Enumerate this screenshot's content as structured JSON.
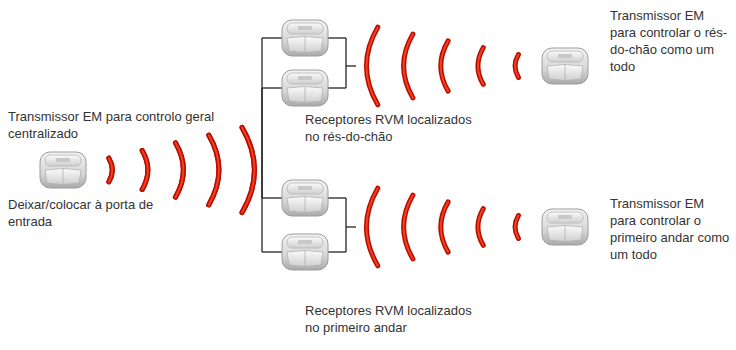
{
  "diagram": {
    "nodes": [
      {
        "text": [
          "Transmissor EM para controlo geral centralizado",
          "Deixar/colocar à porta de entrada"
        ]
      },
      {
        "text": [
          "Receptores RVM localizados no rés-do-chão"
        ]
      },
      {
        "text": [
          "Receptores RVM localizados no primeiro andar"
        ]
      },
      {
        "text": [
          "Transmissor EM para controlar o rés-do-chão como um todo"
        ]
      },
      {
        "text": [
          "Transmissor EM para controlar o primeiro andar como um todo"
        ]
      }
    ],
    "edges": [
      {
        "from": 0,
        "to": 1,
        "arrow": "none"
      },
      {
        "from": 0,
        "to": 2,
        "arrow": "none"
      },
      {
        "from": 3,
        "to": 1,
        "arrow": "none"
      },
      {
        "from": 4,
        "to": 2,
        "arrow": "none"
      }
    ]
  }
}
